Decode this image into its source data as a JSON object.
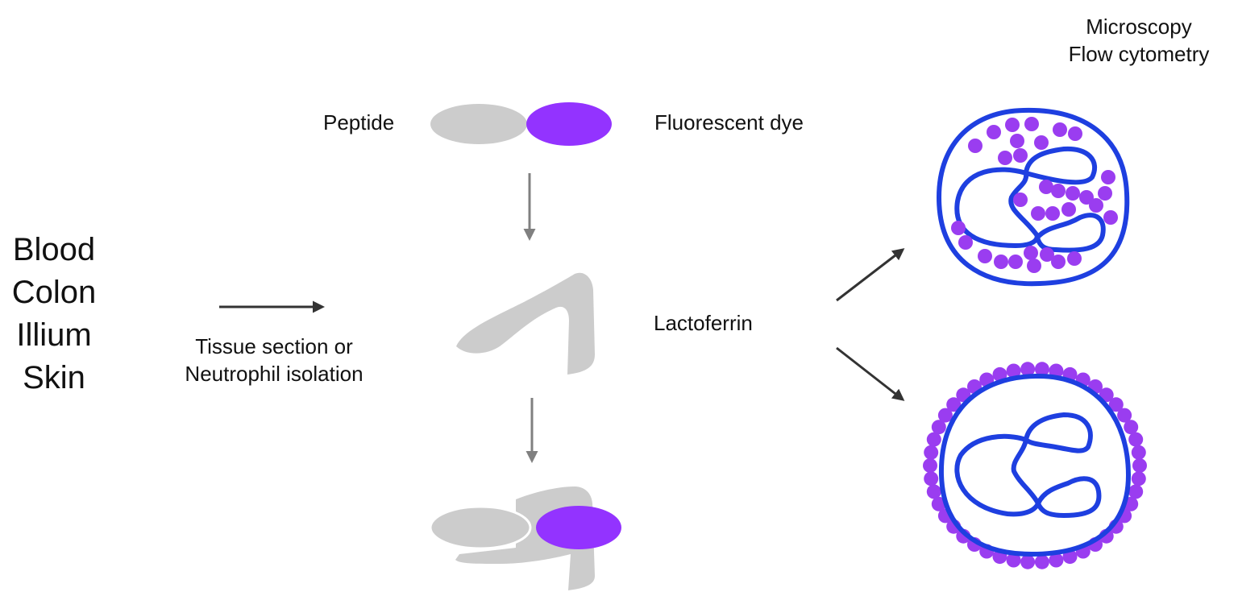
{
  "diagram": {
    "title": "Lactoferrin fluorescent peptide probe workflow",
    "sources": [
      "Blood",
      "Colon",
      "Illium",
      "Skin"
    ],
    "step1_label": [
      "Tissue section or",
      "Neutrophil isolation"
    ],
    "probe": {
      "peptide_label": "Peptide",
      "dye_label": "Fluorescent dye"
    },
    "target_label": "Lactoferrin",
    "readout_label": [
      "Microscopy",
      "Flow cytometry"
    ],
    "outcomes": [
      {
        "name": "intracellular-lactoferrin",
        "description": "Granules inside neutrophil cytoplasm"
      },
      {
        "name": "surface-lactoferrin",
        "description": "Granules on neutrophil surface"
      }
    ],
    "colors": {
      "peptide": "#cccccc",
      "dye": "#9333ff",
      "cell_outline": "#1e3fe0",
      "granule": "#9a3df0",
      "arrow_dark": "#333333",
      "arrow_gray": "#808080",
      "text": "#111111"
    }
  }
}
